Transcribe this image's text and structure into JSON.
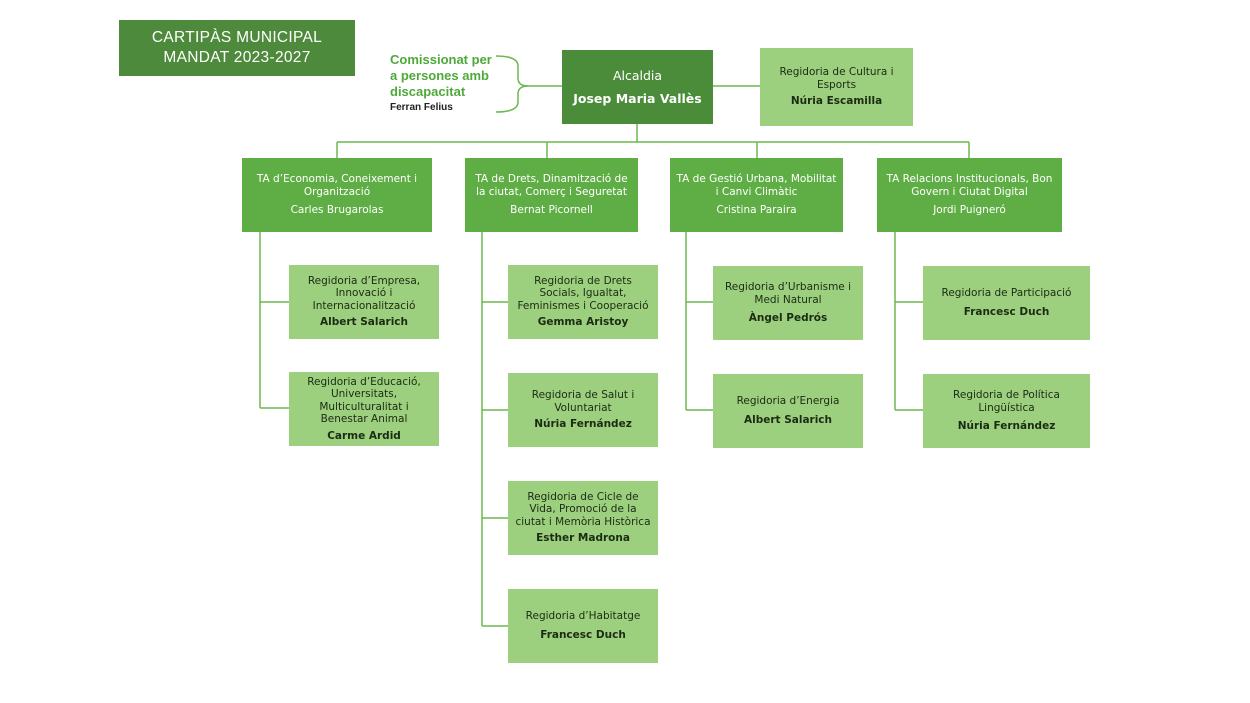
{
  "title": {
    "line1": "CARTIPÀS MUNICIPAL",
    "line2": "MANDAT 2023-2027"
  },
  "commissioner": {
    "line1": "Comissionat per",
    "line2": "a persones amb",
    "line3": "discapacitat",
    "person": "Ferran Felius"
  },
  "mayor": {
    "title": "Alcaldia",
    "name": "Josep Maria Vallès"
  },
  "culture": {
    "title": "Regidoria de Cultura i Esports",
    "name": "Núria Escamilla"
  },
  "areas": [
    {
      "title": "TA d’Economia, Coneixement   i Organització",
      "name": "Carles Brugarolas",
      "regidories": [
        {
          "title": "Regidoria d’Empresa, Innovació i Internacionalització",
          "name": "Albert Salarich"
        },
        {
          "title": "Regidoria d’Educació, Universitats, Multiculturalitat i Benestar Animal",
          "name": "Carme Ardid"
        }
      ]
    },
    {
      "title": "TA de Drets, Dinamització de la ciutat, Comerç i Seguretat",
      "name": "Bernat Picornell",
      "regidories": [
        {
          "title": "Regidoria de Drets Socials, Igualtat, Feminismes i Cooperació",
          "name": "Gemma Aristoy"
        },
        {
          "title": "Regidoria de Salut i Voluntariat",
          "name": "Núria Fernández"
        },
        {
          "title": "Regidoria de Cicle de Vida, Promoció de la ciutat i Memòria Històrica",
          "name": "Esther Madrona"
        },
        {
          "title": "Regidoria d’Habitatge",
          "name": "Francesc Duch"
        }
      ]
    },
    {
      "title": "TA de Gestió Urbana, Mobilitat i Canvi Climàtic",
      "name": "Cristina Paraira",
      "regidories": [
        {
          "title": "Regidoria d’Urbanisme i Medi Natural",
          "name": "Àngel Pedrós"
        },
        {
          "title": "Regidoria d’Energia",
          "name": "Albert Salarich"
        }
      ]
    },
    {
      "title": "TA Relacions Institucionals, Bon Govern i Ciutat Digital",
      "name": "Jordi Puigneró",
      "regidories": [
        {
          "title": "Regidoria de Participació",
          "name": "Francesc Duch"
        },
        {
          "title": "Regidoria de Política Lingüística",
          "name": "Núria Fernández"
        }
      ]
    }
  ]
}
